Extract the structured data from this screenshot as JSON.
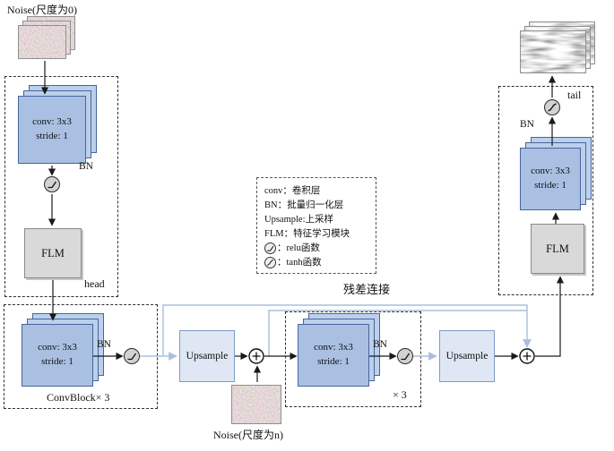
{
  "labels": {
    "noise_scale_0": "Noise(尺度为0)",
    "noise_scale_n": "Noise(尺度为n)",
    "residual_connection": "残差连接",
    "head": "head",
    "tail": "tail",
    "convblock_count": "ConvBlock× 3",
    "times_3": "× 3"
  },
  "blocks": {
    "conv_line1": "conv: 3x3",
    "conv_line2": "stride: 1",
    "bn": "BN",
    "flm": "FLM",
    "upsample": "Upsample"
  },
  "legend": {
    "rows": [
      {
        "icon": "",
        "text": "conv：卷积层"
      },
      {
        "icon": "",
        "text": "BN：批量归一化层"
      },
      {
        "icon": "",
        "text": "Upsample:上采样"
      },
      {
        "icon": "",
        "text": "FLM：特征学习模块"
      },
      {
        "icon": "relu-icon",
        "text": "：relu函数"
      },
      {
        "icon": "tanh-icon",
        "text": "：tanh函数"
      }
    ]
  },
  "colors": {
    "conv_fill": "#a9c0e2",
    "conv_fill_back": "#bcd0ec",
    "conv_border": "#46659c",
    "upsample_fill": "#dfe7f4",
    "upsample_border": "#7f9bc8",
    "flm_fill": "#d9d9d9",
    "flm_border": "#8a8a8a",
    "node_fill": "#d2d2d2",
    "node_border": "#2a2a2a",
    "arrow": "#1a1a1a",
    "residual": "#a9bfdc",
    "dash_border": "#2f2f2f"
  }
}
